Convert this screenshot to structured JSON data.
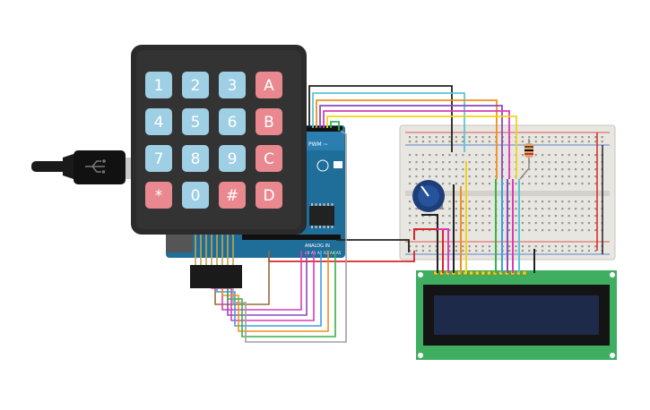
{
  "keypad": {
    "rows": [
      [
        {
          "label": "1",
          "type": "num"
        },
        {
          "label": "2",
          "type": "num"
        },
        {
          "label": "3",
          "type": "num"
        },
        {
          "label": "A",
          "type": "letter"
        }
      ],
      [
        {
          "label": "4",
          "type": "num"
        },
        {
          "label": "5",
          "type": "num"
        },
        {
          "label": "6",
          "type": "num"
        },
        {
          "label": "B",
          "type": "letter"
        }
      ],
      [
        {
          "label": "7",
          "type": "num"
        },
        {
          "label": "8",
          "type": "num"
        },
        {
          "label": "9",
          "type": "num"
        },
        {
          "label": "C",
          "type": "letter"
        }
      ],
      [
        {
          "label": "*",
          "type": "letter"
        },
        {
          "label": "0",
          "type": "num"
        },
        {
          "label": "#",
          "type": "letter"
        },
        {
          "label": "D",
          "type": "letter"
        }
      ]
    ]
  },
  "arduino": {
    "pwm_label": "PWM ~",
    "analog_label": "ANALOG IN",
    "analog_pins": [
      "A0",
      "A1",
      "A2",
      "A3",
      "A4",
      "A5"
    ]
  },
  "colors": {
    "background": "#ffffff",
    "key_number": "#9fcfe4",
    "key_letter": "#e9898f",
    "keypad_body": "#2b2b2b",
    "arduino_board": "#1f6e9a",
    "breadboard": "#e8e6e1",
    "lcd_pcb": "#3fae61",
    "lcd_screen": "#1e2a4a",
    "potentiometer": "#1c3f7a",
    "wire_black": "#222222",
    "wire_red": "#d8252a",
    "wire_orange": "#f0901a",
    "wire_yellow": "#f2d21f",
    "wire_green": "#35b24a",
    "wire_blue": "#3aa0e0",
    "wire_purple": "#8c4ab8",
    "wire_magenta": "#d93cb8",
    "wire_cyan": "#58c6d8",
    "wire_brown": "#9a6a3a",
    "wire_gray": "#a0a0a0"
  }
}
